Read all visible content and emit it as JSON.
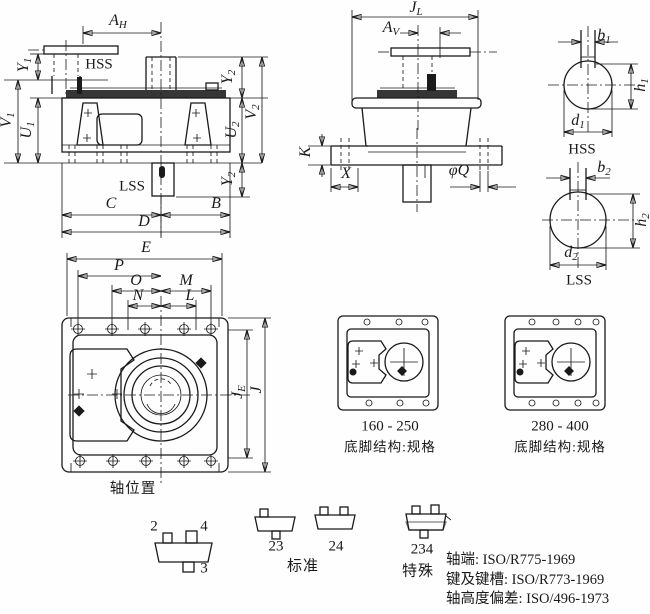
{
  "front_view": {
    "labels": {
      "hss": "HSS",
      "lss": "LSS"
    },
    "dims": {
      "ah": {
        "main": "A",
        "sub": "H"
      },
      "y1": {
        "main": "Y",
        "sub": "1"
      },
      "v1": {
        "main": "V",
        "sub": "1"
      },
      "u1": {
        "main": "U",
        "sub": "1"
      },
      "y2": {
        "main": "Y",
        "sub": "2"
      },
      "v2": {
        "main": "V",
        "sub": "2"
      },
      "u2": {
        "main": "U",
        "sub": "2"
      },
      "c": "C",
      "b": "B",
      "d": "D"
    }
  },
  "side_view": {
    "dims": {
      "jl": {
        "main": "J",
        "sub": "L"
      },
      "av": {
        "main": "A",
        "sub": "V"
      },
      "k": "K",
      "x": "X",
      "q": "φQ"
    }
  },
  "shaft_sections": {
    "hss": {
      "label": "HSS",
      "b": {
        "main": "b",
        "sub": "1"
      },
      "h": {
        "main": "h",
        "sub": "1"
      },
      "d": {
        "main": "d",
        "sub": "1"
      }
    },
    "lss": {
      "label": "LSS",
      "b": {
        "main": "b",
        "sub": "2"
      },
      "h": {
        "main": "h",
        "sub": "2"
      },
      "d": {
        "main": "d",
        "sub": "2"
      }
    }
  },
  "plan_view": {
    "dims": {
      "e": "E",
      "p": "P",
      "o": "O",
      "m": "M",
      "n": "N",
      "l": "L",
      "je": {
        "main": "J",
        "sub": "E"
      },
      "j": "J"
    },
    "caption": "轴位置"
  },
  "foot_structures": [
    {
      "range": "160 - 250",
      "caption": "底脚结构:规格"
    },
    {
      "range": "280 - 400",
      "caption": "底脚结构:规格"
    }
  ],
  "shaft_arrangements": {
    "custom": {
      "top_left": "2",
      "top_right": "4",
      "bottom": "3"
    },
    "standard": {
      "item1": "23",
      "item2": "24",
      "caption": "标准"
    },
    "special": {
      "item": "234",
      "caption": "特殊"
    }
  },
  "standards": {
    "separator": ": ",
    "items": [
      {
        "label": "轴端",
        "value": "ISO/R775-1969"
      },
      {
        "label": "键及键槽",
        "value": "ISO/R773-1969"
      },
      {
        "label": "轴高度偏差",
        "value": "ISO/496-1973"
      }
    ]
  },
  "colors": {
    "ink": "#1a1a1a",
    "paper": "#fefefe"
  }
}
